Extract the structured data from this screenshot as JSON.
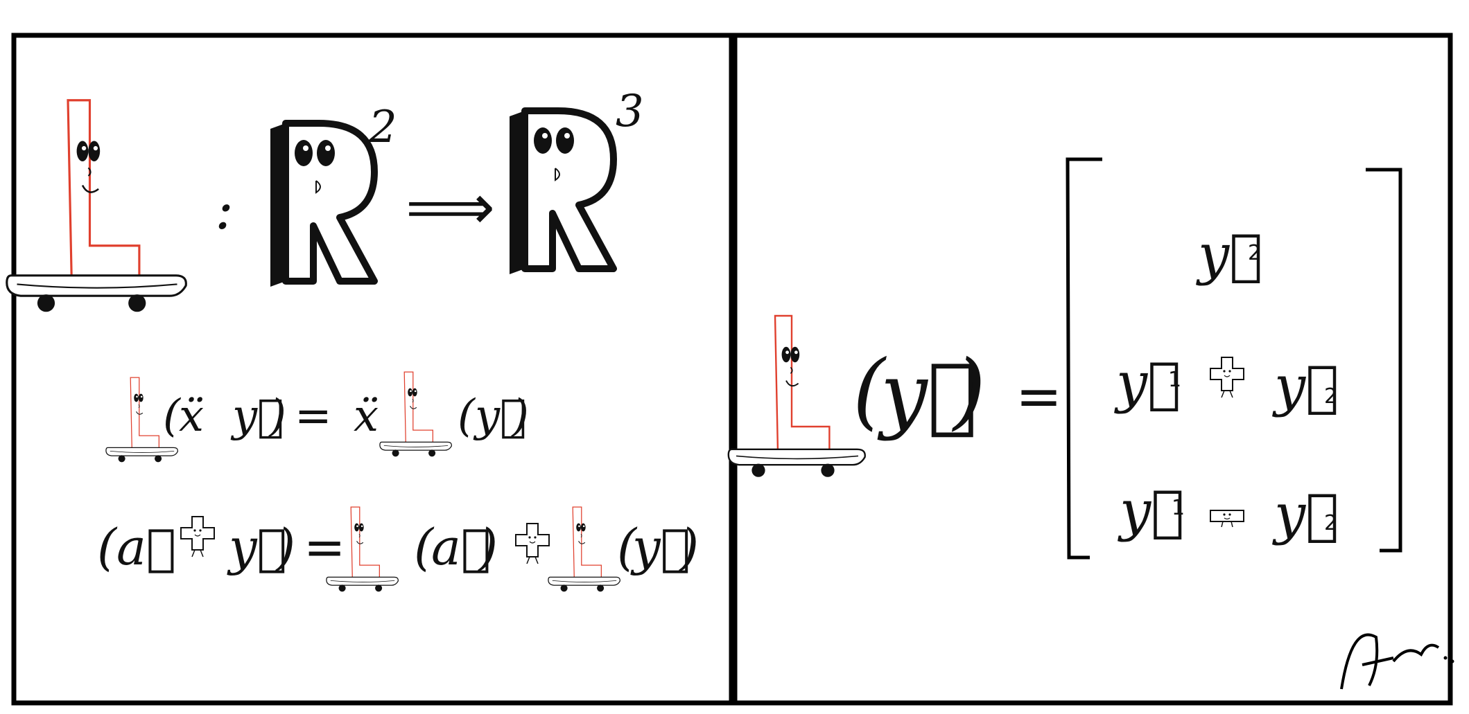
{
  "comic": {
    "left_panel": {
      "top": {
        "map_symbol": "L",
        "colon": ":",
        "domain_space": "R",
        "domain_exp": "2",
        "arrow": "⟹",
        "codomain_space": "R",
        "codomain_exp": "3"
      },
      "homogeneity": {
        "lhs_paren_open": "(",
        "scalar": "ẍ",
        "vector": "y⃗",
        "lhs_paren_close": ")",
        "equals": "=",
        "rhs_scalar": "ẍ",
        "rhs_paren_open": "(",
        "rhs_vector": "y⃗",
        "rhs_paren_close": ")"
      },
      "additivity": {
        "paren_open": "(",
        "vec_a": "a⃗",
        "vec_y": "y⃗",
        "paren_close": ")",
        "equals": "=",
        "rhs_a_open": "(",
        "rhs_a": "a⃗",
        "rhs_a_close": ")",
        "rhs_y_open": "(",
        "rhs_y": "y⃗",
        "rhs_y_close": ")"
      }
    },
    "right_panel": {
      "lhs_open": "(",
      "lhs_vector": "y⃗",
      "lhs_close": ")",
      "equals": "=",
      "matrix_rows": [
        {
          "a": "y⃗",
          "a_sub": "2",
          "op": "",
          "b": "",
          "b_sub": ""
        },
        {
          "a": "y⃗",
          "a_sub": "1",
          "op": "plus",
          "b": "y⃗",
          "b_sub": "2"
        },
        {
          "a": "y⃗",
          "a_sub": "1",
          "op": "minus",
          "b": "y⃗",
          "b_sub": "2"
        }
      ]
    },
    "signature": "AMR",
    "colors": {
      "map_letter": "#e0402e",
      "ink": "#000000",
      "background": "#ffffff"
    }
  }
}
